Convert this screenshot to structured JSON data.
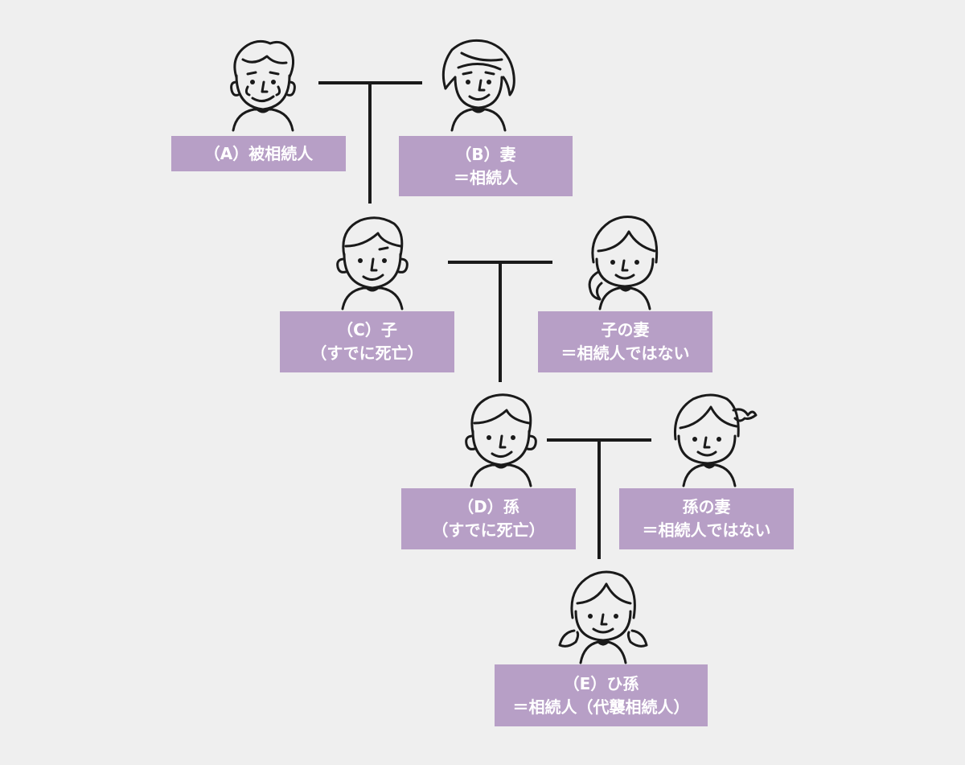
{
  "people": {
    "a": {
      "icon": "grandfather-icon",
      "lines": [
        "（A）被相続人"
      ]
    },
    "b": {
      "icon": "grandmother-icon",
      "lines": [
        "（B）妻",
        "＝相続人"
      ]
    },
    "c": {
      "icon": "son-icon",
      "lines": [
        "（C）子",
        "（すでに死亡）"
      ]
    },
    "c_wife": {
      "icon": "woman-ponytail-icon",
      "lines": [
        "子の妻",
        "＝相続人ではない"
      ]
    },
    "d": {
      "icon": "grandson-icon",
      "lines": [
        "（D）孫",
        "（すでに死亡）"
      ]
    },
    "d_wife": {
      "icon": "girl-side-ponytail-icon",
      "lines": [
        "孫の妻",
        "＝相続人ではない"
      ]
    },
    "e": {
      "icon": "girl-pigtails-icon",
      "lines": [
        "（E）ひ孫",
        "＝相続人（代襲相続人）"
      ]
    }
  },
  "colors": {
    "background": "#efefef",
    "label_fill": "#b79fc6",
    "label_text": "#ffffff",
    "line": "#1a1a1a"
  }
}
